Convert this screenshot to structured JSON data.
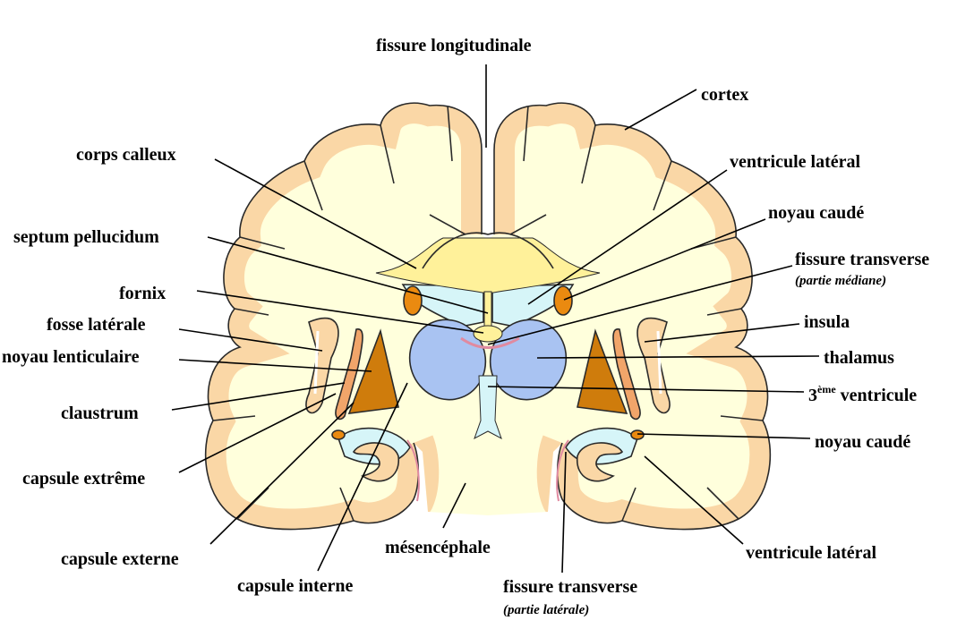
{
  "colors": {
    "cortex": "#fad7a6",
    "white_matter": "#ffffdc",
    "corpus_callosum": "#fff19a",
    "ventricle": "#d6f5f8",
    "thalamus": "#a9c3f2",
    "caudate": "#ea8a10",
    "lenticular": "#cf7c0c",
    "claustrum": "#f1a56a"
  },
  "labels": {
    "fissure_longitudinale": "fissure longitudinale",
    "cortex": "cortex",
    "corps_calleux": "corps calleux",
    "ventricule_lateral_top": "ventricule latéral",
    "septum_pellucidum": "septum pellucidum",
    "noyau_caude_top": "noyau caudé",
    "fissure_transverse_mediane": "fissure transverse",
    "fissure_transverse_mediane_sub": "(partie médiane)",
    "fornix": "fornix",
    "fosse_laterale": "fosse latérale",
    "insula": "insula",
    "noyau_lenticulaire": "noyau lenticulaire",
    "thalamus": "thalamus",
    "third_ventricle": {
      "number": "3",
      "superscript": "ème",
      "text": " ventricule"
    },
    "claustrum": "claustrum",
    "noyau_caude_bottom": "noyau caudé",
    "capsule_extreme": "capsule extrême",
    "ventricule_lateral_bottom": "ventricule latéral",
    "capsule_externe": "capsule externe",
    "mesencephale": "mésencéphale",
    "capsule_interne": "capsule interne",
    "fissure_transverse_laterale": "fissure transverse",
    "fissure_transverse_laterale_sub": "(partie latérale)"
  }
}
